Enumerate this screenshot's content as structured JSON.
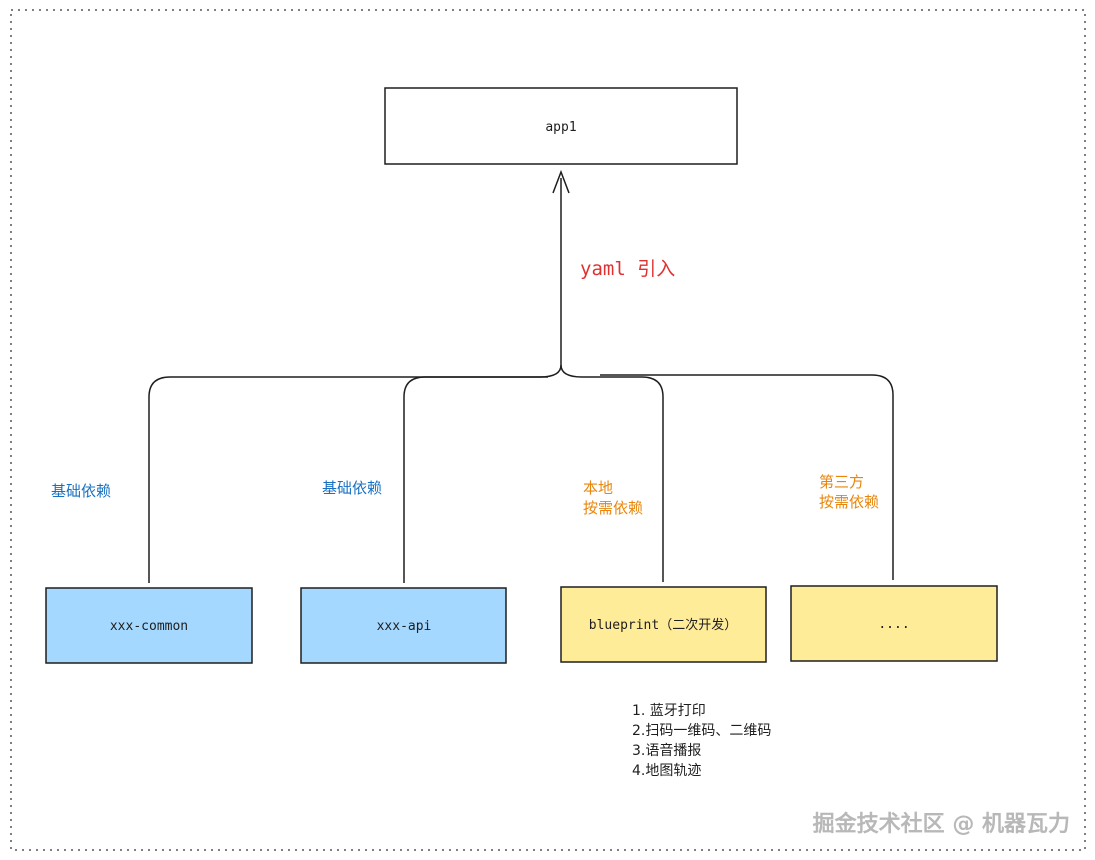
{
  "app_box": {
    "label": "app1"
  },
  "arrow_label": "yaml 引入",
  "nodes": [
    {
      "id": "common",
      "label": "xxx-common",
      "fill": "#a5d8ff"
    },
    {
      "id": "api",
      "label": "xxx-api",
      "fill": "#a5d8ff"
    },
    {
      "id": "blueprint",
      "label": "blueprint（二次开发）",
      "fill": "#ffec99"
    },
    {
      "id": "more",
      "label": "....",
      "fill": "#ffec99"
    }
  ],
  "edge_labels": {
    "common": [
      "基础依赖"
    ],
    "api": [
      "基础依赖"
    ],
    "blueprint": [
      "本地",
      "按需依赖"
    ],
    "more": [
      "第三方",
      "按需依赖"
    ]
  },
  "notes": [
    "1.  蓝牙打印",
    "2.扫码一维码、二维码",
    "3.语音播报",
    "4.地图轨迹"
  ],
  "watermark": "掘金技术社区 @ 机器瓦力",
  "colors": {
    "blue_label": "#1971c2",
    "orange_label": "#e8860c",
    "red_label": "#e03131",
    "blue_fill": "#a5d8ff",
    "yellow_fill": "#ffec99",
    "stroke": "#1e1e1e"
  }
}
